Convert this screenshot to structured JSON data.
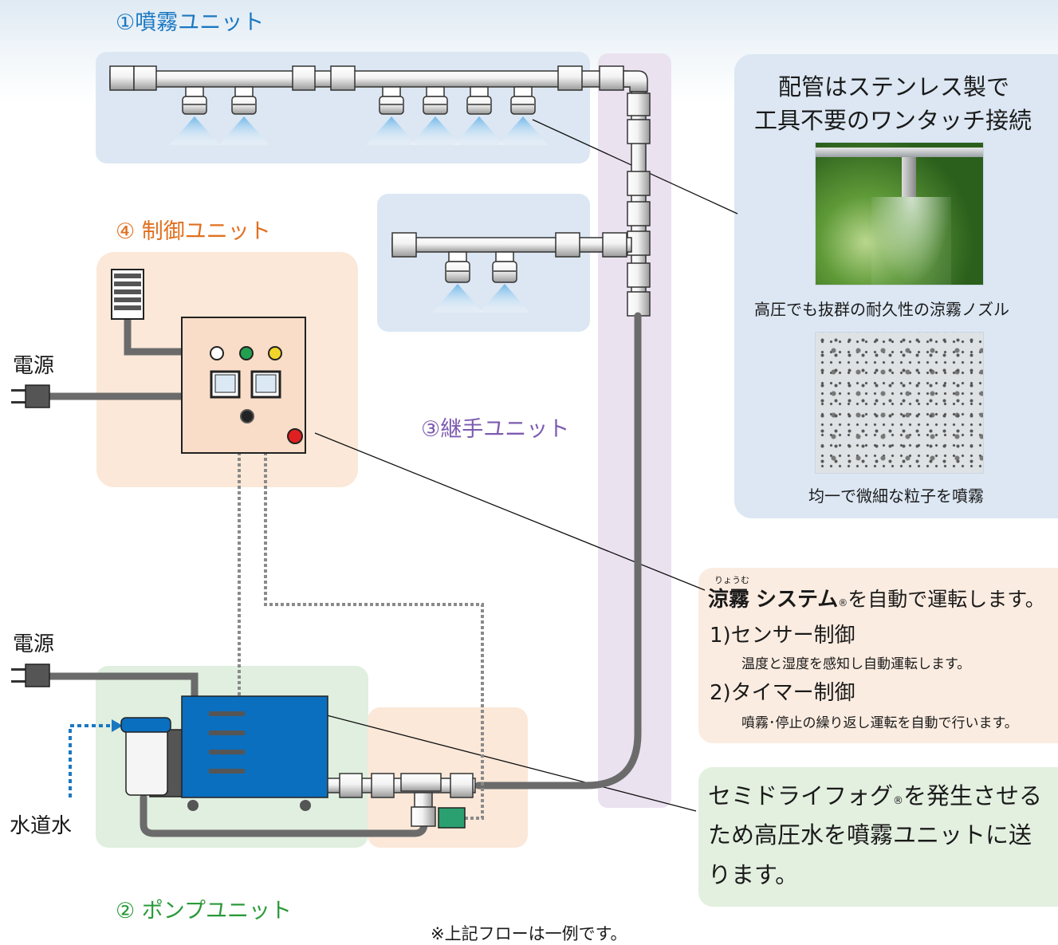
{
  "labels": {
    "unit1": "①噴霧ユニット",
    "unit4": "④ 制御ユニット",
    "unit3": "③継手ユニット",
    "unit2": "② ポンプユニット",
    "power_top": "電源",
    "power_bottom": "電源",
    "water": "水道水"
  },
  "info": {
    "pipe_title_line1": "配管はステンレス製で",
    "pipe_title_line2": "工具不要のワンタッチ接続",
    "nozzle_caption": "高圧でも抜群の耐久性の涼霧ノズル",
    "particle_caption": "均一で微細な粒子を噴霧"
  },
  "control_note": {
    "ruby": "りょうむ",
    "brand": "涼霧",
    "system": "システム",
    "registered": "®",
    "rest": "を自動で運転します。",
    "item1_title": "1)センサー制御",
    "item1_desc": "温度と湿度を感知し自動運転します。",
    "item2_title": "2)タイマー制御",
    "item2_desc": "噴霧･停止の繰り返し運転を自動で行います。"
  },
  "pump_note": {
    "line1a": "セミドライフォグ",
    "registered": "®",
    "line1b": "を発生させる",
    "line2": "ため高圧水を噴霧ユニットに送",
    "line3": "ります。"
  },
  "footnote": "※上記フローは一例です。",
  "colors": {
    "spray_panel": "#dce7f3",
    "control_panel": "#fbe8d8",
    "joint_panel": "#ebe2f0",
    "pump_panel": "#e0efdf",
    "pipe": "#6b6b6b",
    "pump_body": "#0b6fbf",
    "info_panel": "#dce7f3",
    "control_note_panel": "#fbece1",
    "pump_note_panel": "#e3f0e0"
  }
}
